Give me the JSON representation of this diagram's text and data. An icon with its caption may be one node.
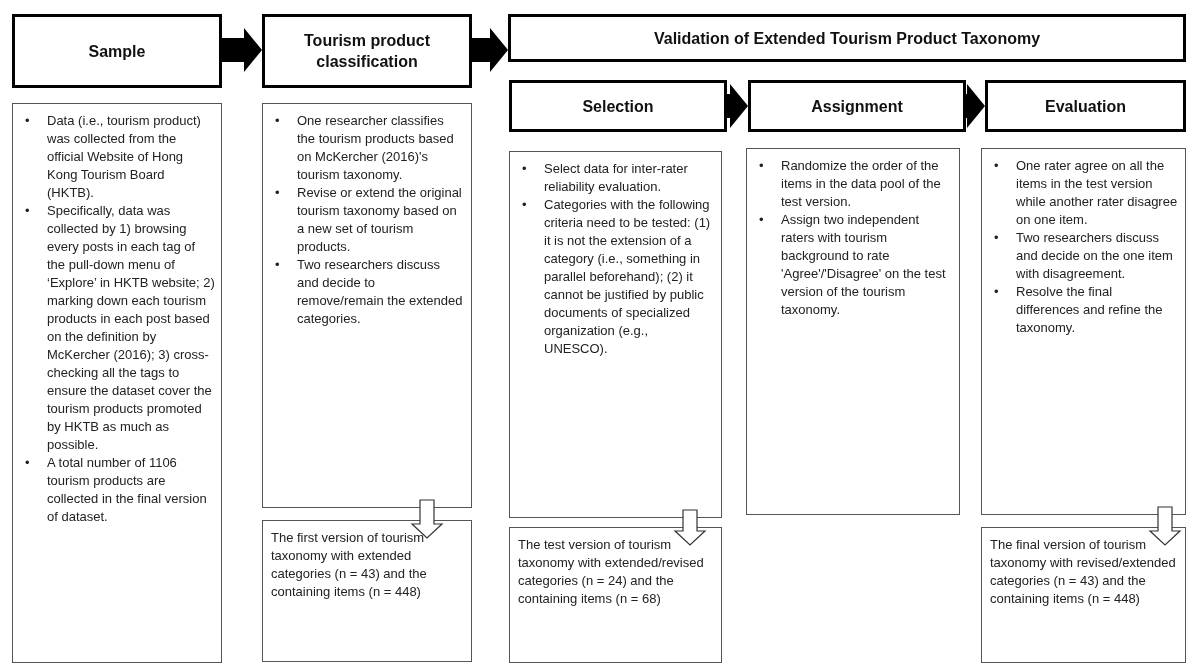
{
  "diagram": {
    "nodes": [
      {
        "text": [
          "Sample"
        ]
      },
      {
        "text": [
          "Tourism product classification"
        ]
      },
      {
        "text": [
          "Validation of Extended Tourism Product Taxonomy"
        ]
      },
      {
        "text": [
          "Selection"
        ]
      },
      {
        "text": [
          "Assignment"
        ]
      },
      {
        "text": [
          "Evaluation"
        ]
      },
      {
        "text": [
          "• Data (i.e., tourism product) was collected from the official Website of Hong Kong Tourism Board (HKTB).",
          "• Specifically, data was collected by 1) browsing every posts in each tag of the pull-down menu of ‘Explore’ in HKTB website; 2) marking down each tourism products in each post based on the definition by McKercher (2016); 3) cross-checking all the tags to ensure the dataset cover the tourism products promoted by HKTB as much as possible.",
          "• A total number of 1106 tourism products are collected in the final version of dataset."
        ]
      },
      {
        "text": [
          "• One researcher classifies the tourism products based on McKercher (2016)'s tourism taxonomy.",
          "• Revise or extend the original tourism taxonomy based on a new set of tourism products.",
          "• Two researchers discuss and decide to remove/remain the extended categories."
        ]
      },
      {
        "text": [
          "The first version of tourism taxonomy with extended categories (n = 43) and the containing items (n = 448)"
        ]
      },
      {
        "text": [
          "• Select data for inter-rater reliability evaluation.",
          "• Categories with the following criteria need to be tested: (1) it is not the extension of a category (i.e., something in parallel beforehand); (2) it cannot be justified by public documents of specialized organization (e.g., UNESCO)."
        ]
      },
      {
        "text": [
          "The test version of tourism taxonomy with extended/revised categories (n = 24) and the containing items (n = 68)"
        ]
      },
      {
        "text": [
          "• Randomize the order of the items in the data pool of the test version.",
          "• Assign two independent raters with tourism background to rate 'Agree'/'Disagree' on the test version of the tourism taxonomy."
        ]
      },
      {
        "text": [
          "• One rater agree on all the items in the test version while another rater disagree on one item.",
          "• Two researchers discuss and decide on the one item with disagreement.",
          "• Resolve the final differences and refine the taxonomy."
        ]
      },
      {
        "text": [
          "The final version of tourism taxonomy with revised/extended categories (n = 43) and the containing items (n = 448)"
        ]
      }
    ],
    "edges": [
      {
        "from": 0,
        "to": 1,
        "arrow": "to",
        "style": "thick"
      },
      {
        "from": 1,
        "to": 2,
        "arrow": "to",
        "style": "thick"
      },
      {
        "from": 3,
        "to": 4,
        "arrow": "to",
        "style": "thick"
      },
      {
        "from": 4,
        "to": 5,
        "arrow": "to",
        "style": "thick"
      },
      {
        "from": 7,
        "to": 8,
        "arrow": "to"
      },
      {
        "from": 9,
        "to": 10,
        "arrow": "to"
      },
      {
        "from": 12,
        "to": 13,
        "arrow": "to"
      }
    ]
  }
}
